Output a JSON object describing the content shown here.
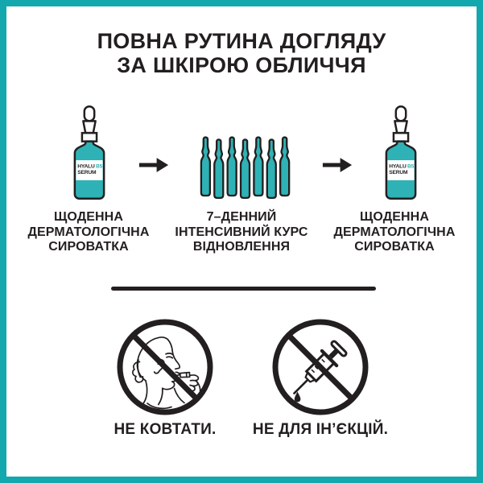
{
  "colors": {
    "border": "#13a7ae",
    "teal": "#2eb2b5",
    "ink": "#231f20",
    "white": "#ffffff"
  },
  "title": "ПОВНА РУТИНА ДОГЛЯДУ\nЗА ШКІРОЮ ОБЛИЧЧЯ",
  "routine": {
    "flow_arrow_icon": "right-arrow-icon",
    "steps": [
      {
        "icon": "serum-dropper-bottle-icon",
        "label": "ЩОДЕННА\nДЕРМАТОЛОГІЧНА\nСИРОВАТКА",
        "bottle": {
          "brand": "HYALU",
          "variant": "B5",
          "product": "SERUM"
        }
      },
      {
        "icon": "ampoules-strip-icon",
        "ampoule_count": 7,
        "label": "7–ДЕННИЙ\nІНТЕНСИВНИЙ КУРС\nВІДНОВЛЕННЯ"
      },
      {
        "icon": "serum-dropper-bottle-icon",
        "label": "ЩОДЕННА\nДЕРМАТОЛОГІЧНА\nСИРОВАТКА",
        "bottle": {
          "brand": "HYALU",
          "variant": "B5",
          "product": "SERUM"
        }
      }
    ]
  },
  "warnings": [
    {
      "icon": "no-swallowing-icon",
      "caption": "НЕ КОВТАТИ."
    },
    {
      "icon": "no-injection-icon",
      "caption": "НЕ ДЛЯ ІН’ЄКЦІЙ."
    }
  ]
}
